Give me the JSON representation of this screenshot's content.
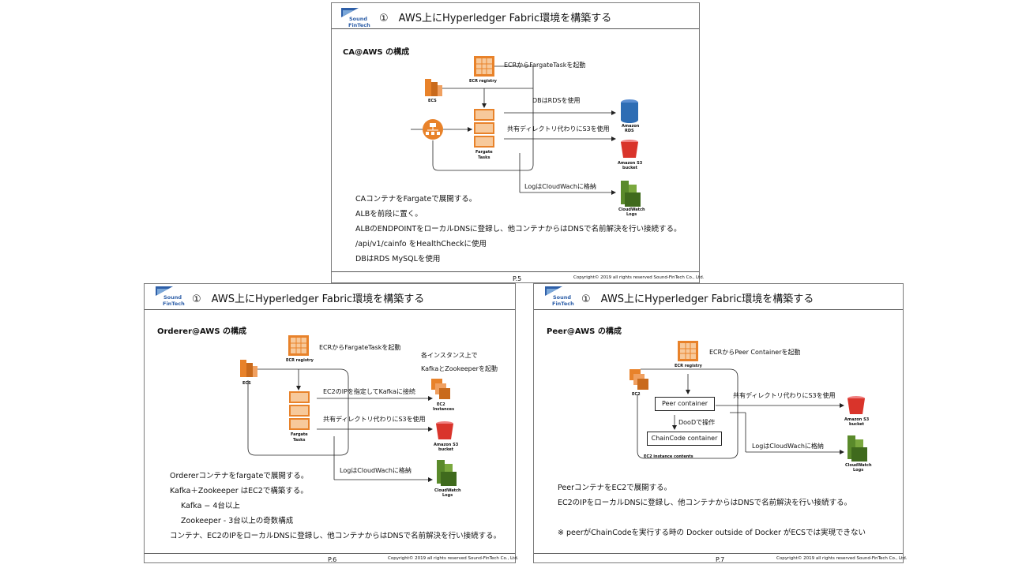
{
  "logo": {
    "line1": "Sound",
    "line2": "FinTech"
  },
  "slide_top": {
    "title": "①　AWS上にHyperledger Fabric環境を構築する",
    "subtitle": "CA@AWS の構成",
    "labels": {
      "ecr_registry": "ECR registry",
      "ecs": "ECS",
      "fargate": "Fargate",
      "tasks": "Tasks",
      "rds1": "Amazon",
      "rds2": "RDS",
      "s3a": "Amazon S3",
      "s3b": "bucket",
      "cw1": "CloudWatch",
      "cw2": "Logs",
      "arrow_ecr": "ECRからFargateTaskを起動",
      "arrow_rds": "DBはRDSを使用",
      "arrow_s3": "共有ディレクトリ代わりにS3を使用",
      "arrow_logs": "LogはCloudWachに格納"
    },
    "body": [
      "CAコンテナをFargateで展開する。",
      "ALBを前段に置く。",
      "ALBのENDPOINTをローカルDNSに登録し、他コンテナからはDNSで名前解決を行い接続する。",
      "/api/v1/cainfo をHealthCheckに使用",
      "DBはRDS MySQLを使用"
    ],
    "page": "P.5",
    "copyright": "Copyright© 2019 all rights reserved Sound-FinTech Co., Ltd."
  },
  "slide_left": {
    "title": "①　AWS上にHyperledger Fabric環境を構築する",
    "subtitle": "Orderer@AWS の構成",
    "labels": {
      "ecr_registry": "ECR registry",
      "ecs": "ECS",
      "fargate": "Fargate",
      "tasks": "Tasks",
      "ec2a": "EC2",
      "ec2b": "Instances",
      "s3a": "Amazon S3",
      "s3b": "bucket",
      "cw1": "CloudWatch",
      "cw2": "Logs",
      "arrow_ecr": "ECRからFargateTaskを起動",
      "note1": "各インスタンス上で",
      "note2": "KafkaとZookeeperを起動",
      "arrow_ec2": "EC2のIPを指定してKafkaに接続",
      "arrow_s3": "共有ディレクトリ代わりにS3を使用",
      "arrow_logs": "LogはCloudWachに格納"
    },
    "body": [
      "Ordererコンテナをfargateで展開する。",
      "Kafka＋Zookeeper はEC2で構築する。",
      "Kafka − 4台以上",
      "Zookeeper - 3台以上の奇数構成",
      "コンテナ、EC2のIPをローカルDNSに登録し、他コンテナからはDNSで名前解決を行い接続する。"
    ],
    "page": "P.6",
    "copyright": "Copyright© 2019 all rights reserved Sound-FinTech Co., Ltd."
  },
  "slide_right": {
    "title": "①　AWS上にHyperledger Fabric環境を構築する",
    "subtitle": "Peer@AWS の構成",
    "labels": {
      "ecr_registry": "ECR registry",
      "ec2": "EC2",
      "arrow_ecr": "ECRからPeer Containerを起動",
      "peer_container": "Peer container",
      "dood": "DooDで操作",
      "chaincode_container": "ChainCode container",
      "ec2_contents": "EC2 instance contents",
      "arrow_s3": "共有ディレクトリ代わりにS3を使用",
      "arrow_logs": "LogはCloudWachに格納",
      "s3a": "Amazon S3",
      "s3b": "bucket",
      "cw1": "CloudWatch",
      "cw2": "Logs"
    },
    "body": [
      "PeerコンテナをEC2で展開する。",
      "EC2のIPをローカルDNSに登録し、他コンテナからはDNSで名前解決を行い接続する。",
      "",
      "※ peerがChainCodeを実行する時の Docker outside of Docker がECSでは実現できない"
    ],
    "page": "P.7",
    "copyright": "Copyright© 2019 all rights reserved Sound-FinTech Co., Ltd."
  },
  "colors": {
    "orange": "#e8822a",
    "red": "#d9342b",
    "blue": "#2e6db4",
    "green": "#5a8a2b"
  }
}
